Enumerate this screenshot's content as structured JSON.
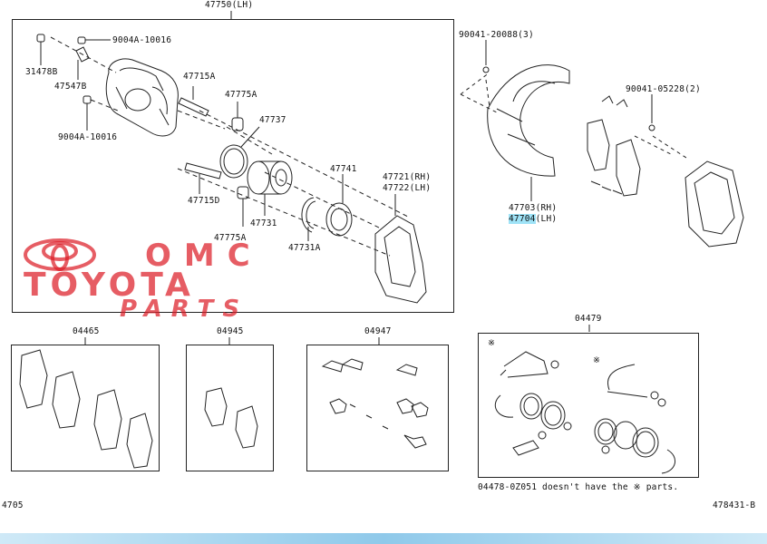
{
  "top_title": "47750(LH)",
  "main_labels": {
    "l_9004a_a": "9004A-10016",
    "l_31478b": "31478B",
    "l_47547b": "47547B",
    "l_9004a_b": "9004A-10016",
    "l_47715a": "47715A",
    "l_47775a_top": "47775A",
    "l_47737": "47737",
    "l_47741": "47741",
    "l_47721": "47721(RH)",
    "l_47722": "47722(LH)",
    "l_47715d": "47715D",
    "l_47775a_bot": "47775A",
    "l_47731": "47731",
    "l_47731a": "47731A",
    "l_90041_20088": "90041-20088(3)",
    "l_90041_05228": "90041-05228(2)",
    "l_47703": "47703(RH)",
    "l_47704_code": "47704",
    "l_47704_side": "(LH)"
  },
  "kits": {
    "k1": "04465",
    "k2": "04945",
    "k3": "04947",
    "k4": "04479"
  },
  "kit_note": "04478-0Z051 doesn't have the ※ parts.",
  "kit_markers": [
    "※",
    "※"
  ],
  "footer_left": "4705",
  "footer_right": "478431-B",
  "watermark": {
    "line1": "OMC",
    "line2": "TOYOTA",
    "line3": "PARTS"
  },
  "colors": {
    "highlight": "#9fe3f7",
    "watermark": "#dc1e28"
  }
}
